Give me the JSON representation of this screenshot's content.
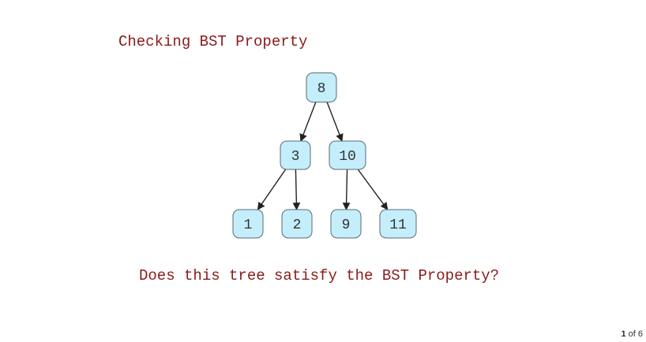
{
  "title": "Checking BST Property",
  "question": "Does this tree satisfy the BST Property?",
  "colors": {
    "text": "#8b1a1a",
    "node_fill": "#c4eefc",
    "node_stroke": "#5a6a72",
    "edge": "#222222"
  },
  "tree": {
    "nodes": [
      {
        "id": "n8",
        "label": "8"
      },
      {
        "id": "n3",
        "label": "3"
      },
      {
        "id": "n10",
        "label": "10"
      },
      {
        "id": "n1",
        "label": "1"
      },
      {
        "id": "n2",
        "label": "2"
      },
      {
        "id": "n9",
        "label": "9"
      },
      {
        "id": "n11",
        "label": "11"
      }
    ],
    "edges": [
      {
        "from": "n8",
        "to": "n3"
      },
      {
        "from": "n8",
        "to": "n10"
      },
      {
        "from": "n3",
        "to": "n1"
      },
      {
        "from": "n3",
        "to": "n2"
      },
      {
        "from": "n10",
        "to": "n9"
      },
      {
        "from": "n10",
        "to": "n11"
      }
    ]
  },
  "pager": {
    "current": "1",
    "separator": "of",
    "total": "6"
  }
}
